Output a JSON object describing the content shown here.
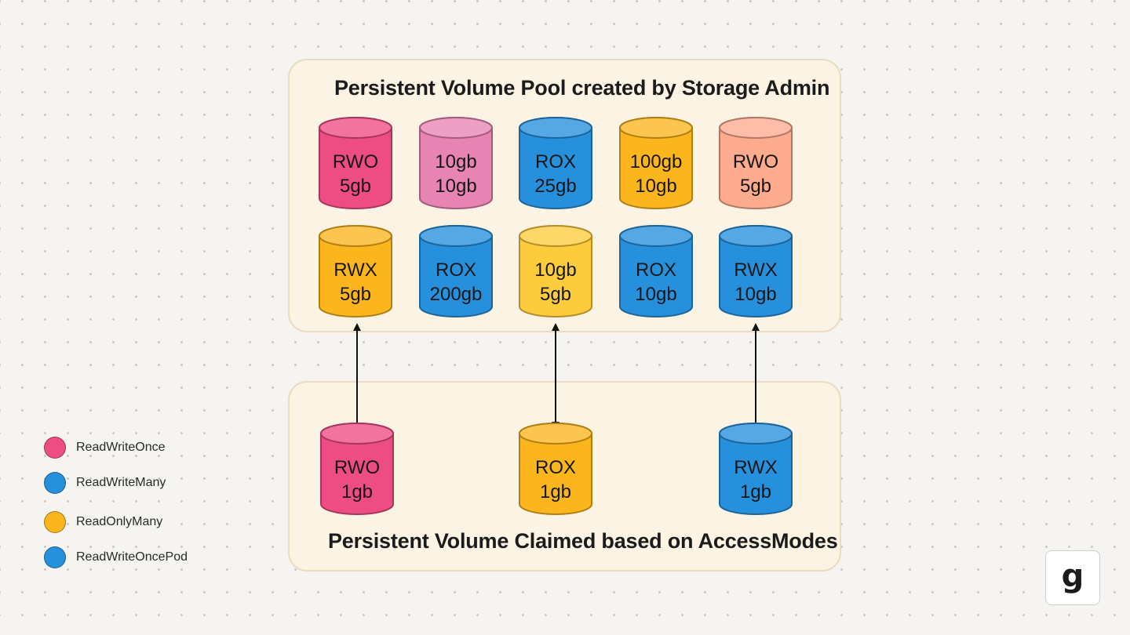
{
  "pool": {
    "title": "Persistent Volume Pool created by Storage Admin",
    "volumes": [
      {
        "line1": "RWO",
        "line2": "5gb",
        "color": "#ee4d83"
      },
      {
        "line1": "10gb",
        "line2": "10gb",
        "color": "#e884b3"
      },
      {
        "line1": "ROX",
        "line2": "25gb",
        "color": "#2690dc"
      },
      {
        "line1": "100gb",
        "line2": "10gb",
        "color": "#fbb51d"
      },
      {
        "line1": "RWO",
        "line2": "5gb",
        "color": "#fdab8f"
      },
      {
        "line1": "RWX",
        "line2": "5gb",
        "color": "#fbb51d"
      },
      {
        "line1": "ROX",
        "line2": "200gb",
        "color": "#2690dc"
      },
      {
        "line1": "10gb",
        "line2": "5gb",
        "color": "#fdcc3c"
      },
      {
        "line1": "ROX",
        "line2": "10gb",
        "color": "#2690dc"
      },
      {
        "line1": "RWX",
        "line2": "10gb",
        "color": "#2690dc"
      }
    ]
  },
  "claims": {
    "title": "Persistent Volume Claimed based on AccessModes",
    "volumes": [
      {
        "line1": "RWO",
        "line2": "1gb",
        "color": "#ee4d83"
      },
      {
        "line1": "ROX",
        "line2": "1gb",
        "color": "#fbb51d"
      },
      {
        "line1": "RWX",
        "line2": "1gb",
        "color": "#2690dc"
      }
    ]
  },
  "links": [
    {
      "from_claim": 0,
      "to_volume": 5,
      "direction": "up"
    },
    {
      "from_claim": 1,
      "to_volume": 7,
      "direction": "both"
    },
    {
      "from_claim": 2,
      "to_volume": 9,
      "direction": "up"
    }
  ],
  "legend": [
    {
      "label": "ReadWriteOnce",
      "color": "#ee4d83"
    },
    {
      "label": "ReadWriteMany",
      "color": "#2690dc"
    },
    {
      "label": "ReadOnlyMany",
      "color": "#fbb51d"
    },
    {
      "label": "ReadWriteOncePod",
      "color": "#2690dc"
    }
  ],
  "logo": {
    "text": "g"
  }
}
